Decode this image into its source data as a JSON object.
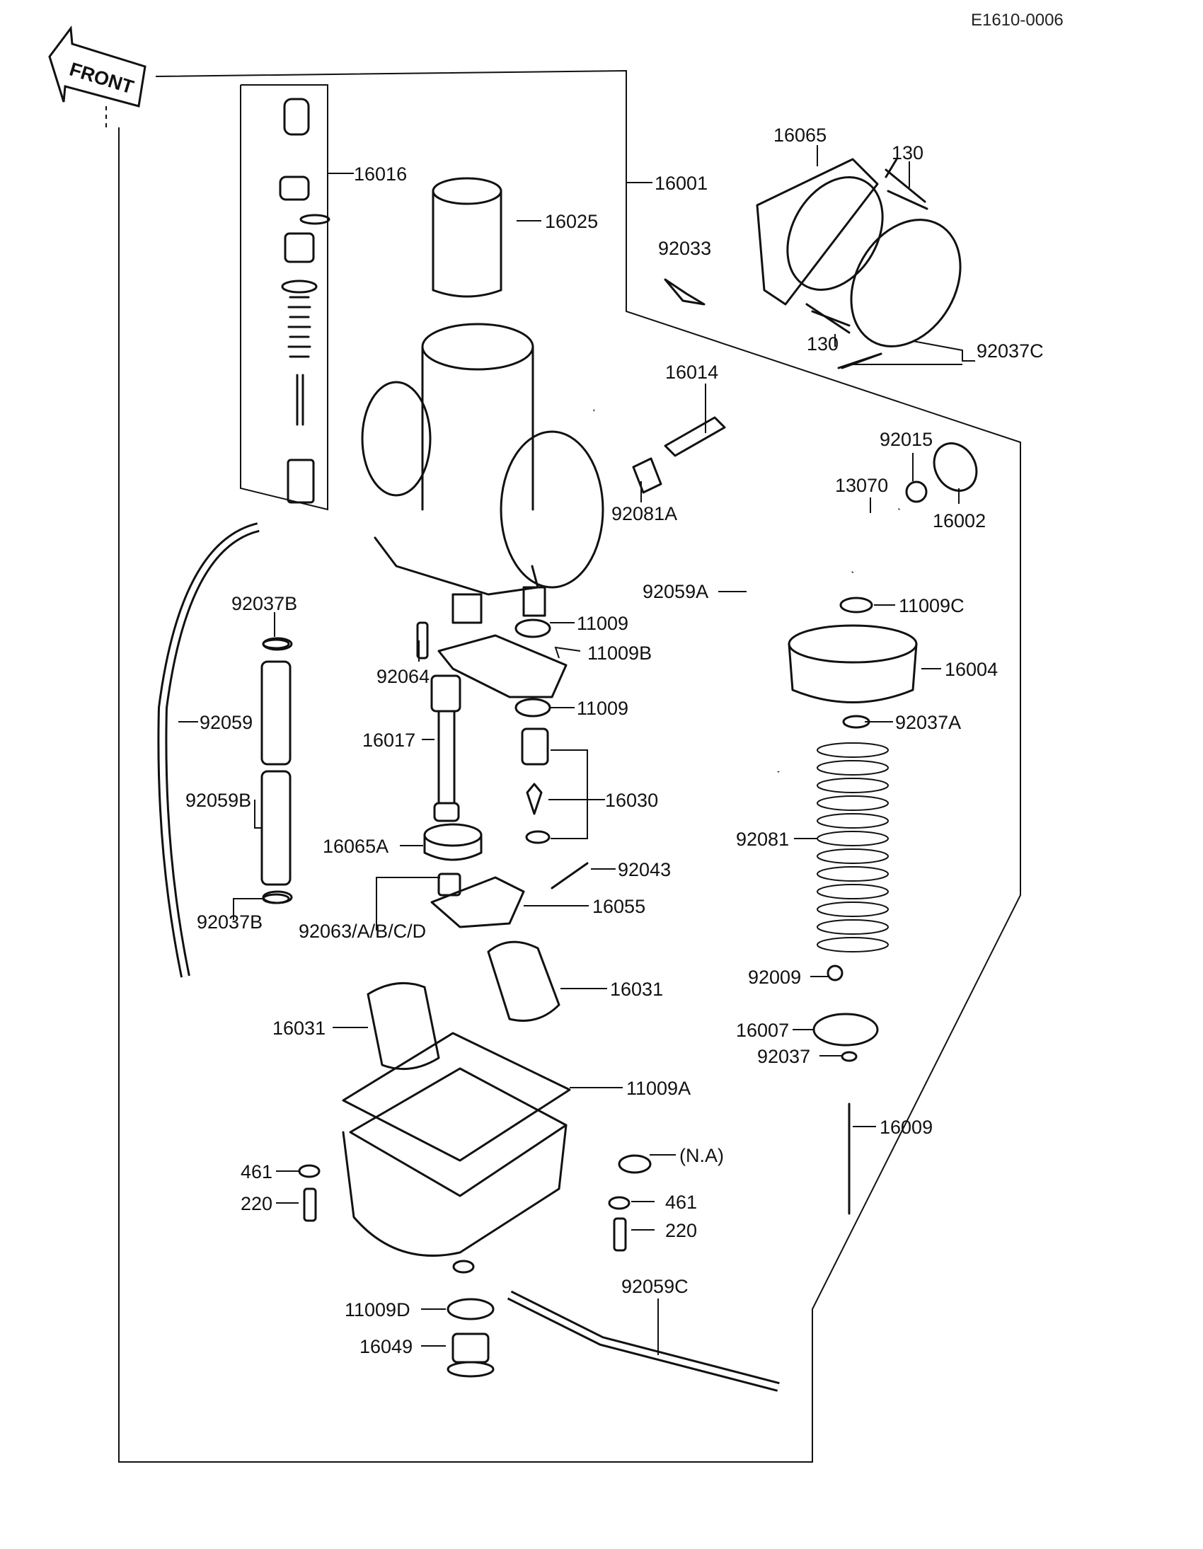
{
  "drawing_code": "E1610-0006",
  "direction_arrow": "FRONT",
  "labels": {
    "p16016": "16016",
    "p16025": "16025",
    "p16001": "16001",
    "p16065": "16065",
    "p130_top": "130",
    "p92033": "92033",
    "p130_bottom": "130",
    "p92037C": "92037C",
    "p16014": "16014",
    "p92015": "92015",
    "p13070": "13070",
    "p16002": "16002",
    "p92081A": "92081A",
    "p92059A": "92059A",
    "p11009C": "11009C",
    "p92037B_top": "92037B",
    "p11009_a": "11009",
    "p11009B": "11009B",
    "p92064": "92064",
    "p16004": "16004",
    "p11009_b": "11009",
    "p92059": "92059",
    "p16017": "16017",
    "p92037A": "92037A",
    "p16030": "16030",
    "p92059B": "92059B",
    "p92081": "92081",
    "p16065A": "16065A",
    "p92043": "92043",
    "p16055": "16055",
    "p92037B_bottom": "92037B",
    "p92063": "92063/A/B/C/D",
    "p92009": "92009",
    "p16031_right": "16031",
    "p16007": "16007",
    "p16031_left": "16031",
    "p92037": "92037",
    "p11009A": "11009A",
    "p16009": "16009",
    "pNA": "(N.A)",
    "p461_left": "461",
    "p220_left": "220",
    "p461_right": "461",
    "p220_right": "220",
    "p92059C": "92059C",
    "p11009D": "11009D",
    "p16049": "16049"
  }
}
